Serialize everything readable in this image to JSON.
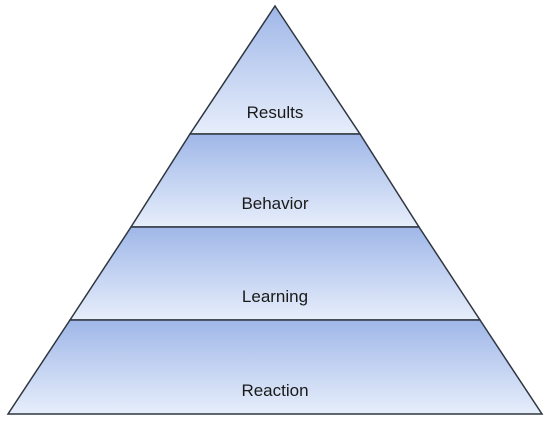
{
  "pyramid": {
    "levels": [
      {
        "label": "Results"
      },
      {
        "label": "Behavior"
      },
      {
        "label": "Learning"
      },
      {
        "label": "Reaction"
      }
    ]
  },
  "colors": {
    "fill_top": "#9fb7e8",
    "fill_bottom": "#e7eefb",
    "stroke": "#2f3640",
    "text": "#1a1a1a"
  }
}
